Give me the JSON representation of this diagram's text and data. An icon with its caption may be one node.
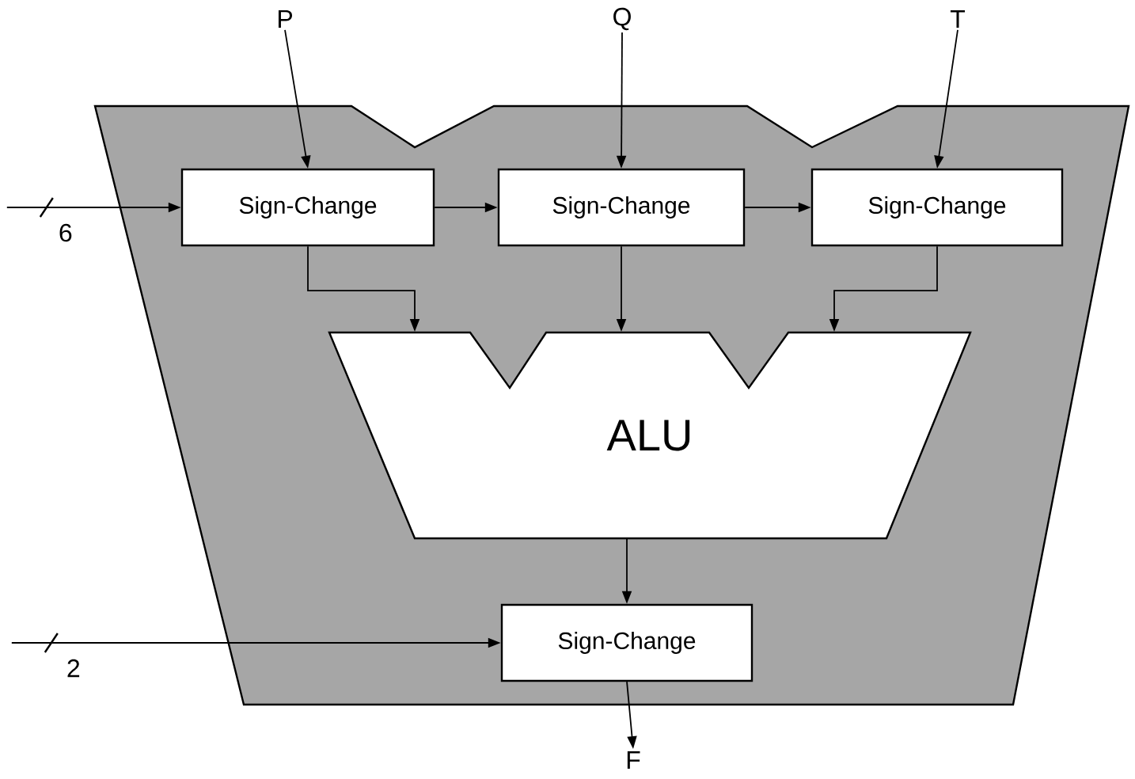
{
  "diagram": {
    "nodes": [
      {
        "text": [
          "P"
        ]
      },
      {
        "text": [
          "Q"
        ]
      },
      {
        "text": [
          "T"
        ]
      },
      {
        "text": [
          "Sign-Change"
        ]
      },
      {
        "text": [
          "Sign-Change"
        ]
      },
      {
        "text": [
          "Sign-Change"
        ]
      },
      {
        "text": [
          "ALU"
        ]
      },
      {
        "text": [
          "Sign-Change"
        ]
      },
      {
        "text": [
          "F"
        ]
      }
    ],
    "edges": [
      {
        "from": null,
        "to": 3,
        "arrow": "to",
        "label": "6"
      },
      {
        "from": 0,
        "to": 3,
        "arrow": "to"
      },
      {
        "from": 1,
        "to": 4,
        "arrow": "to"
      },
      {
        "from": 2,
        "to": 5,
        "arrow": "to"
      },
      {
        "from": 3,
        "to": 4,
        "arrow": "to"
      },
      {
        "from": 4,
        "to": 5,
        "arrow": "to"
      },
      {
        "from": 3,
        "to": 6,
        "arrow": "to"
      },
      {
        "from": 4,
        "to": 6,
        "arrow": "to"
      },
      {
        "from": 5,
        "to": 6,
        "arrow": "to"
      },
      {
        "from": 6,
        "to": 7,
        "arrow": "to"
      },
      {
        "from": null,
        "to": 7,
        "arrow": "to",
        "label": "2"
      },
      {
        "from": 7,
        "to": 8,
        "arrow": "to"
      }
    ]
  }
}
